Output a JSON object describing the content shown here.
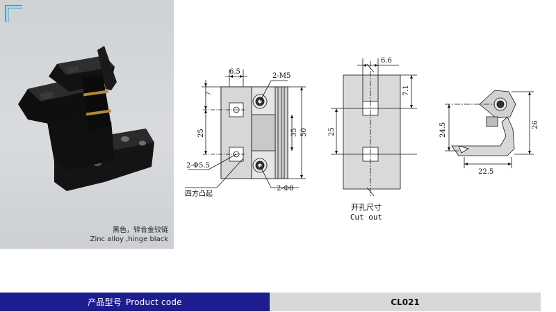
{
  "photo": {
    "caption_zh": "黑色，锌合金铰链",
    "caption_en": "Zinc alloy ,hinge black"
  },
  "drawing": {
    "front": {
      "dim_top_width": "6.5",
      "dim_thread": "2-M5",
      "dim_top_offset": "7",
      "dim_pitch": "25",
      "dim_hole_dia": "2-Φ5.5",
      "dim_bosses": "四方凸起",
      "dim_counterbore": "2-Φ8",
      "dim_inner_height": "35",
      "dim_total_height": "50"
    },
    "cutout": {
      "dim_width": "6.6",
      "dim_top_offset": "7.1",
      "dim_pitch": "25",
      "label_zh": "开孔尺寸",
      "label_en": "Cut out"
    },
    "side": {
      "dim_height_a": "24.5",
      "dim_height_b": "26",
      "dim_width": "22.5"
    }
  },
  "product": {
    "label_zh": "产品型号",
    "label_en": "Product code",
    "code": "CL021"
  },
  "colors": {
    "bar_blue": "#1e1d8f",
    "bar_grey": "#d8d8d8",
    "corner_cyan": "#19b6d6"
  }
}
